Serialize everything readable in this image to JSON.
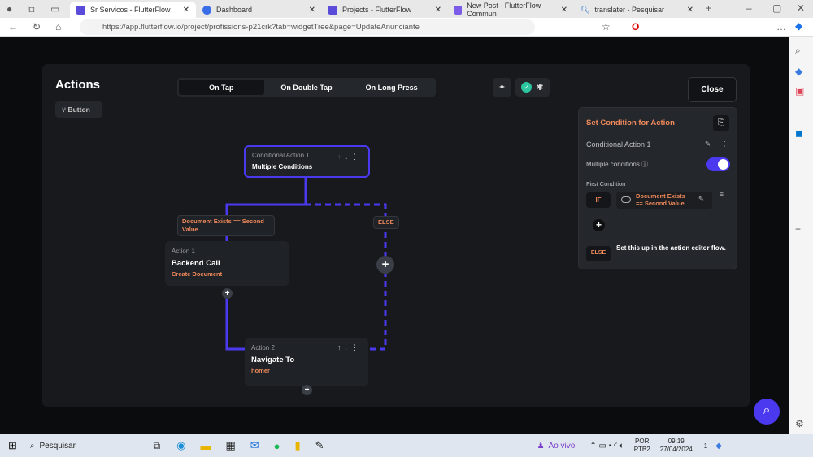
{
  "browser": {
    "tabs": [
      {
        "label": "Sr Servicos - FlutterFlow",
        "active": true
      },
      {
        "label": "Dashboard"
      },
      {
        "label": "Projects - FlutterFlow"
      },
      {
        "label": "New Post - FlutterFlow Commun"
      },
      {
        "label": "translater - Pesquisar"
      }
    ],
    "url": "https://app.flutterflow.io/project/profissions-p21crk?tab=widgetTree&page=UpdateAnunciante"
  },
  "actions": {
    "title": "Actions",
    "widget_chip": "Button",
    "tabs": [
      "On Tap",
      "On Double Tap",
      "On Long Press"
    ],
    "close": "Close"
  },
  "flow": {
    "conditional": {
      "label": "Conditional Action 1",
      "title": "Multiple Conditions"
    },
    "condition_label": "Document Exists == Second Value",
    "else_label": "ELSE",
    "action1": {
      "label": "Action 1",
      "title": "Backend Call",
      "sub": "Create Document"
    },
    "action2": {
      "label": "Action 2",
      "title": "Navigate To",
      "sub": "homer"
    }
  },
  "panel": {
    "title": "Set Condition for Action",
    "name": "Conditional Action 1",
    "multiple": "Multiple conditions",
    "multiple_on": true,
    "first": "First Condition",
    "if": "IF",
    "cond_line1": "Document Exists",
    "cond_line2": "== Second Value",
    "else": "ELSE",
    "else_text": "Set this up in the action editor flow."
  },
  "taskbar": {
    "search": "Pesquisar",
    "live": "Ao vivo",
    "lang1": "POR",
    "lang2": "PTB2",
    "time": "09:19",
    "date": "27/04/2024",
    "badge": "1"
  },
  "colors": {
    "accent": "#4b39ef",
    "orange": "#f08a5b"
  }
}
